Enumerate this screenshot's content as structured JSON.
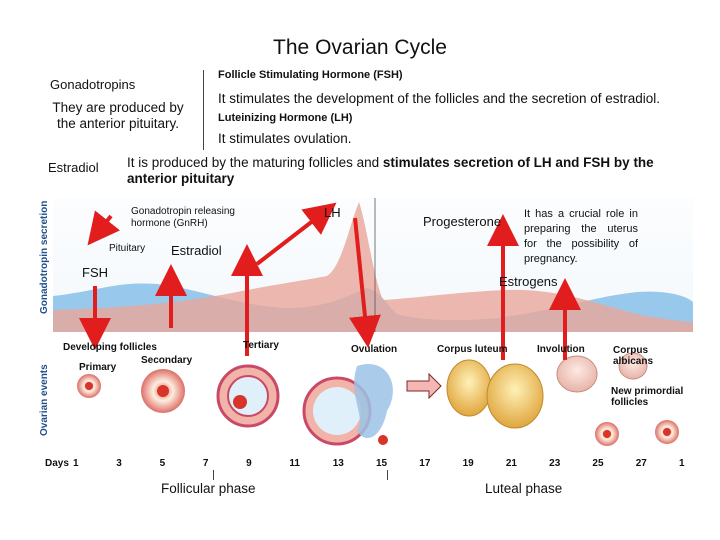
{
  "title": "The Ovarian Cycle",
  "gonadotropins": {
    "heading": "Gonadotropins",
    "text": "They are produced by the anterior pituitary.",
    "fsh_heading": "Follicle Stimulating Hormone (FSH)",
    "fsh_text": "It stimulates the development of the follicles and the secretion of estradiol.",
    "lh_heading": "Luteinizing Hormone (LH)",
    "lh_text": "It stimulates ovulation."
  },
  "estradiol": {
    "heading": "Estradiol",
    "text_plain": "It is produced by the maturing follicles and ",
    "text_bold": "stimulates secretion of LH and FSH by the anterior pituitary"
  },
  "progesterone": {
    "label": "Progesterone",
    "text": "It has a crucial role in preparing the uterus for the possibility of pregnancy."
  },
  "figure": {
    "axis_top": "Gonadotropin secretion",
    "axis_bottom": "Ovarian events",
    "gnrh": "Gonadotropin releasing hormone (GnRH)",
    "pituitary": "Pituitary",
    "estradiol_label": "Estradiol",
    "fsh_label": "FSH",
    "lh_label": "LH",
    "estrogens_label": "Estrogens",
    "events": {
      "developing": "Developing follicles",
      "primary": "Primary",
      "secondary": "Secondary",
      "tertiary": "Tertiary",
      "ovulation": "Ovulation",
      "corpus_luteum": "Corpus luteum",
      "involution": "Involution",
      "corpus_albicans": "Corpus albicans",
      "new_primordial": "New primordial follicles"
    },
    "days_label": "Days",
    "days": [
      "1",
      "3",
      "5",
      "7",
      "9",
      "11",
      "13",
      "15",
      "17",
      "19",
      "21",
      "23",
      "25",
      "27",
      "1"
    ]
  },
  "phases": {
    "follicular": "Follicular phase",
    "luteal": "Luteal phase"
  },
  "colors": {
    "fsh_fill": "#8ec3ea",
    "lh_fill": "#e9a69a",
    "arrow": "#e11d1d"
  }
}
